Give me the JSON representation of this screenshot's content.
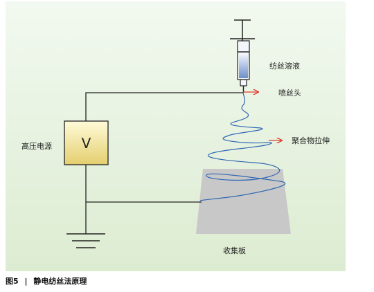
{
  "labels": {
    "solution": "纺丝溶液",
    "nozzle": "喷丝头",
    "stretch": "聚合物拉伸",
    "power_supply": "高压电源",
    "voltage_symbol": "V",
    "collector": "收集板"
  },
  "caption": {
    "figure_number": "图5",
    "separator": "|",
    "title": "静电纺丝法原理"
  },
  "colors": {
    "background_top": "#f2f9f0",
    "background_bottom": "#dcecd1",
    "power_fill_top": "#fffbd8",
    "power_fill_bottom": "#e4cf6f",
    "fiber": "#2f67b3",
    "arrow": "#e03b2e",
    "collector": "#c8c8c8",
    "wire": "#222222"
  }
}
